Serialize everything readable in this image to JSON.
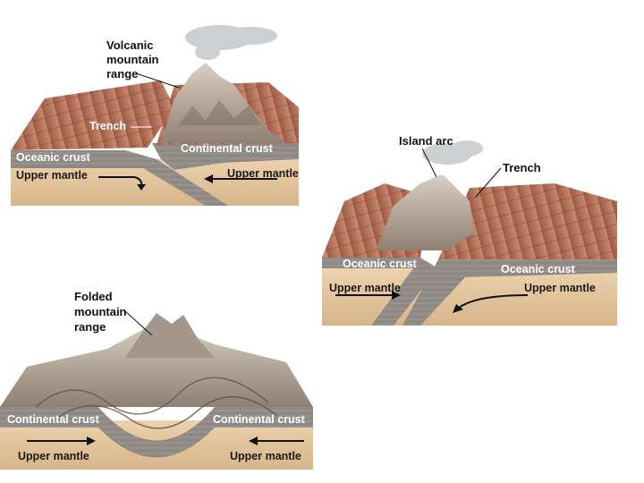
{
  "diagram_1": {
    "volcanic_label": [
      "Volcanic",
      "mountain",
      "range"
    ],
    "trench": "Trench",
    "oceanic_crust": "Oceanic crust",
    "continental_crust": "Continental crust",
    "upper_mantle_left": "Upper mantle",
    "upper_mantle_right": "Upper mantle"
  },
  "diagram_2": {
    "island_arc": "Island arc",
    "trench": "Trench",
    "oceanic_crust_left": "Oceanic crust",
    "oceanic_crust_right": "Oceanic crust",
    "upper_mantle_left": "Upper mantle",
    "upper_mantle_right": "Upper mantle"
  },
  "diagram_3": {
    "folded_label": [
      "Folded",
      "mountain",
      "range"
    ],
    "continental_crust_left": "Continental crust",
    "continental_crust_right": "Continental crust",
    "upper_mantle_left": "Upper mantle",
    "upper_mantle_right": "Upper mantle"
  },
  "colors": {
    "crust_top": "#b8735a",
    "crust_side": "#8c8580",
    "mantle": "#e3c49c",
    "rock": "#b5a89a"
  }
}
